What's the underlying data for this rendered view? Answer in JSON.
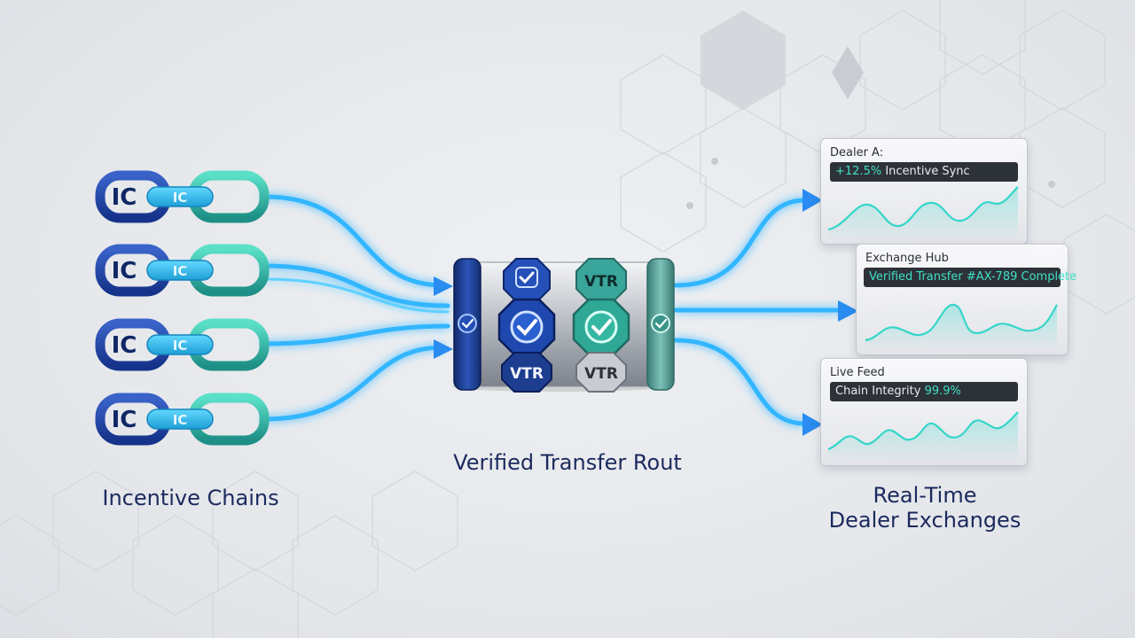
{
  "colors": {
    "navy": "#1a3d96",
    "royal": "#2a5fd0",
    "cyan": "#2bc4f0",
    "teal": "#27a89a",
    "glow": "#3fb9ff",
    "text": "#1b2a5e",
    "sparkline": "#35d6c9"
  },
  "chains": [
    {
      "big": "IC",
      "small": "IC"
    },
    {
      "big": "IC",
      "small": "IC"
    },
    {
      "big": "IC",
      "small": "IC"
    },
    {
      "big": "IC",
      "small": "IC"
    }
  ],
  "labels": {
    "chains": "Incentive Chains",
    "router": "Verified Transfer Rout",
    "exchanges_line1": "Real-Time",
    "exchanges_line2": "Dealer Exchanges"
  },
  "router": {
    "badges": {
      "top_right": "VTR",
      "bottom_left": "VTR",
      "bottom_right": "VTR"
    }
  },
  "panels": [
    {
      "title": "Dealer A:",
      "highlight": "+12.5%",
      "text": " Incentive Sync"
    },
    {
      "title": "Exchange Hub",
      "highlight": "Verified Transfer #AX-789 Complete",
      "text": ""
    },
    {
      "title": "Live Feed",
      "highlight": "",
      "text": "Chain Integrity ",
      "highlight2": "99.9%"
    }
  ]
}
